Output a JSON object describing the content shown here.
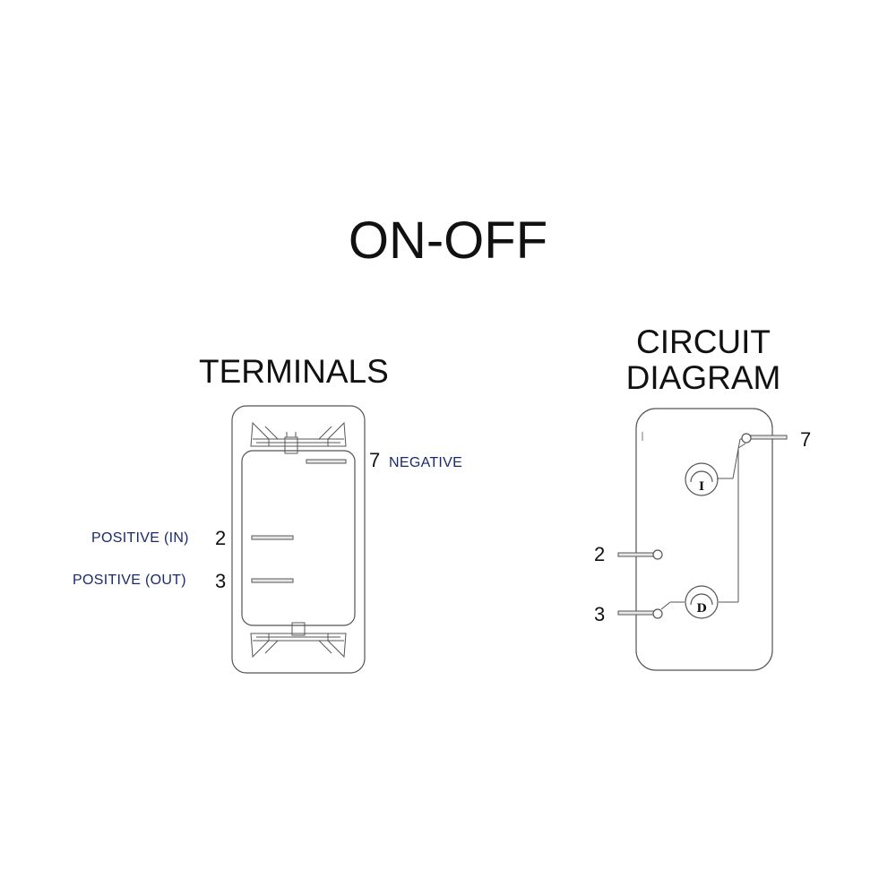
{
  "title": "ON-OFF",
  "terminals_panel": {
    "heading": "TERMINALS",
    "terminals": [
      {
        "number": "7",
        "label": "NEGATIVE"
      },
      {
        "number": "2",
        "label": "POSITIVE (IN)"
      },
      {
        "number": "3",
        "label": "POSITIVE (OUT)"
      }
    ]
  },
  "circuit_panel": {
    "heading_line1": "CIRCUIT",
    "heading_line2": "DIAGRAM",
    "terminals": [
      "7",
      "2",
      "3"
    ],
    "lamp_top_symbol": "I",
    "lamp_bottom_symbol": "D"
  },
  "colors": {
    "line": "#555555",
    "label_blue": "#1a2a6c",
    "text": "#111111"
  }
}
